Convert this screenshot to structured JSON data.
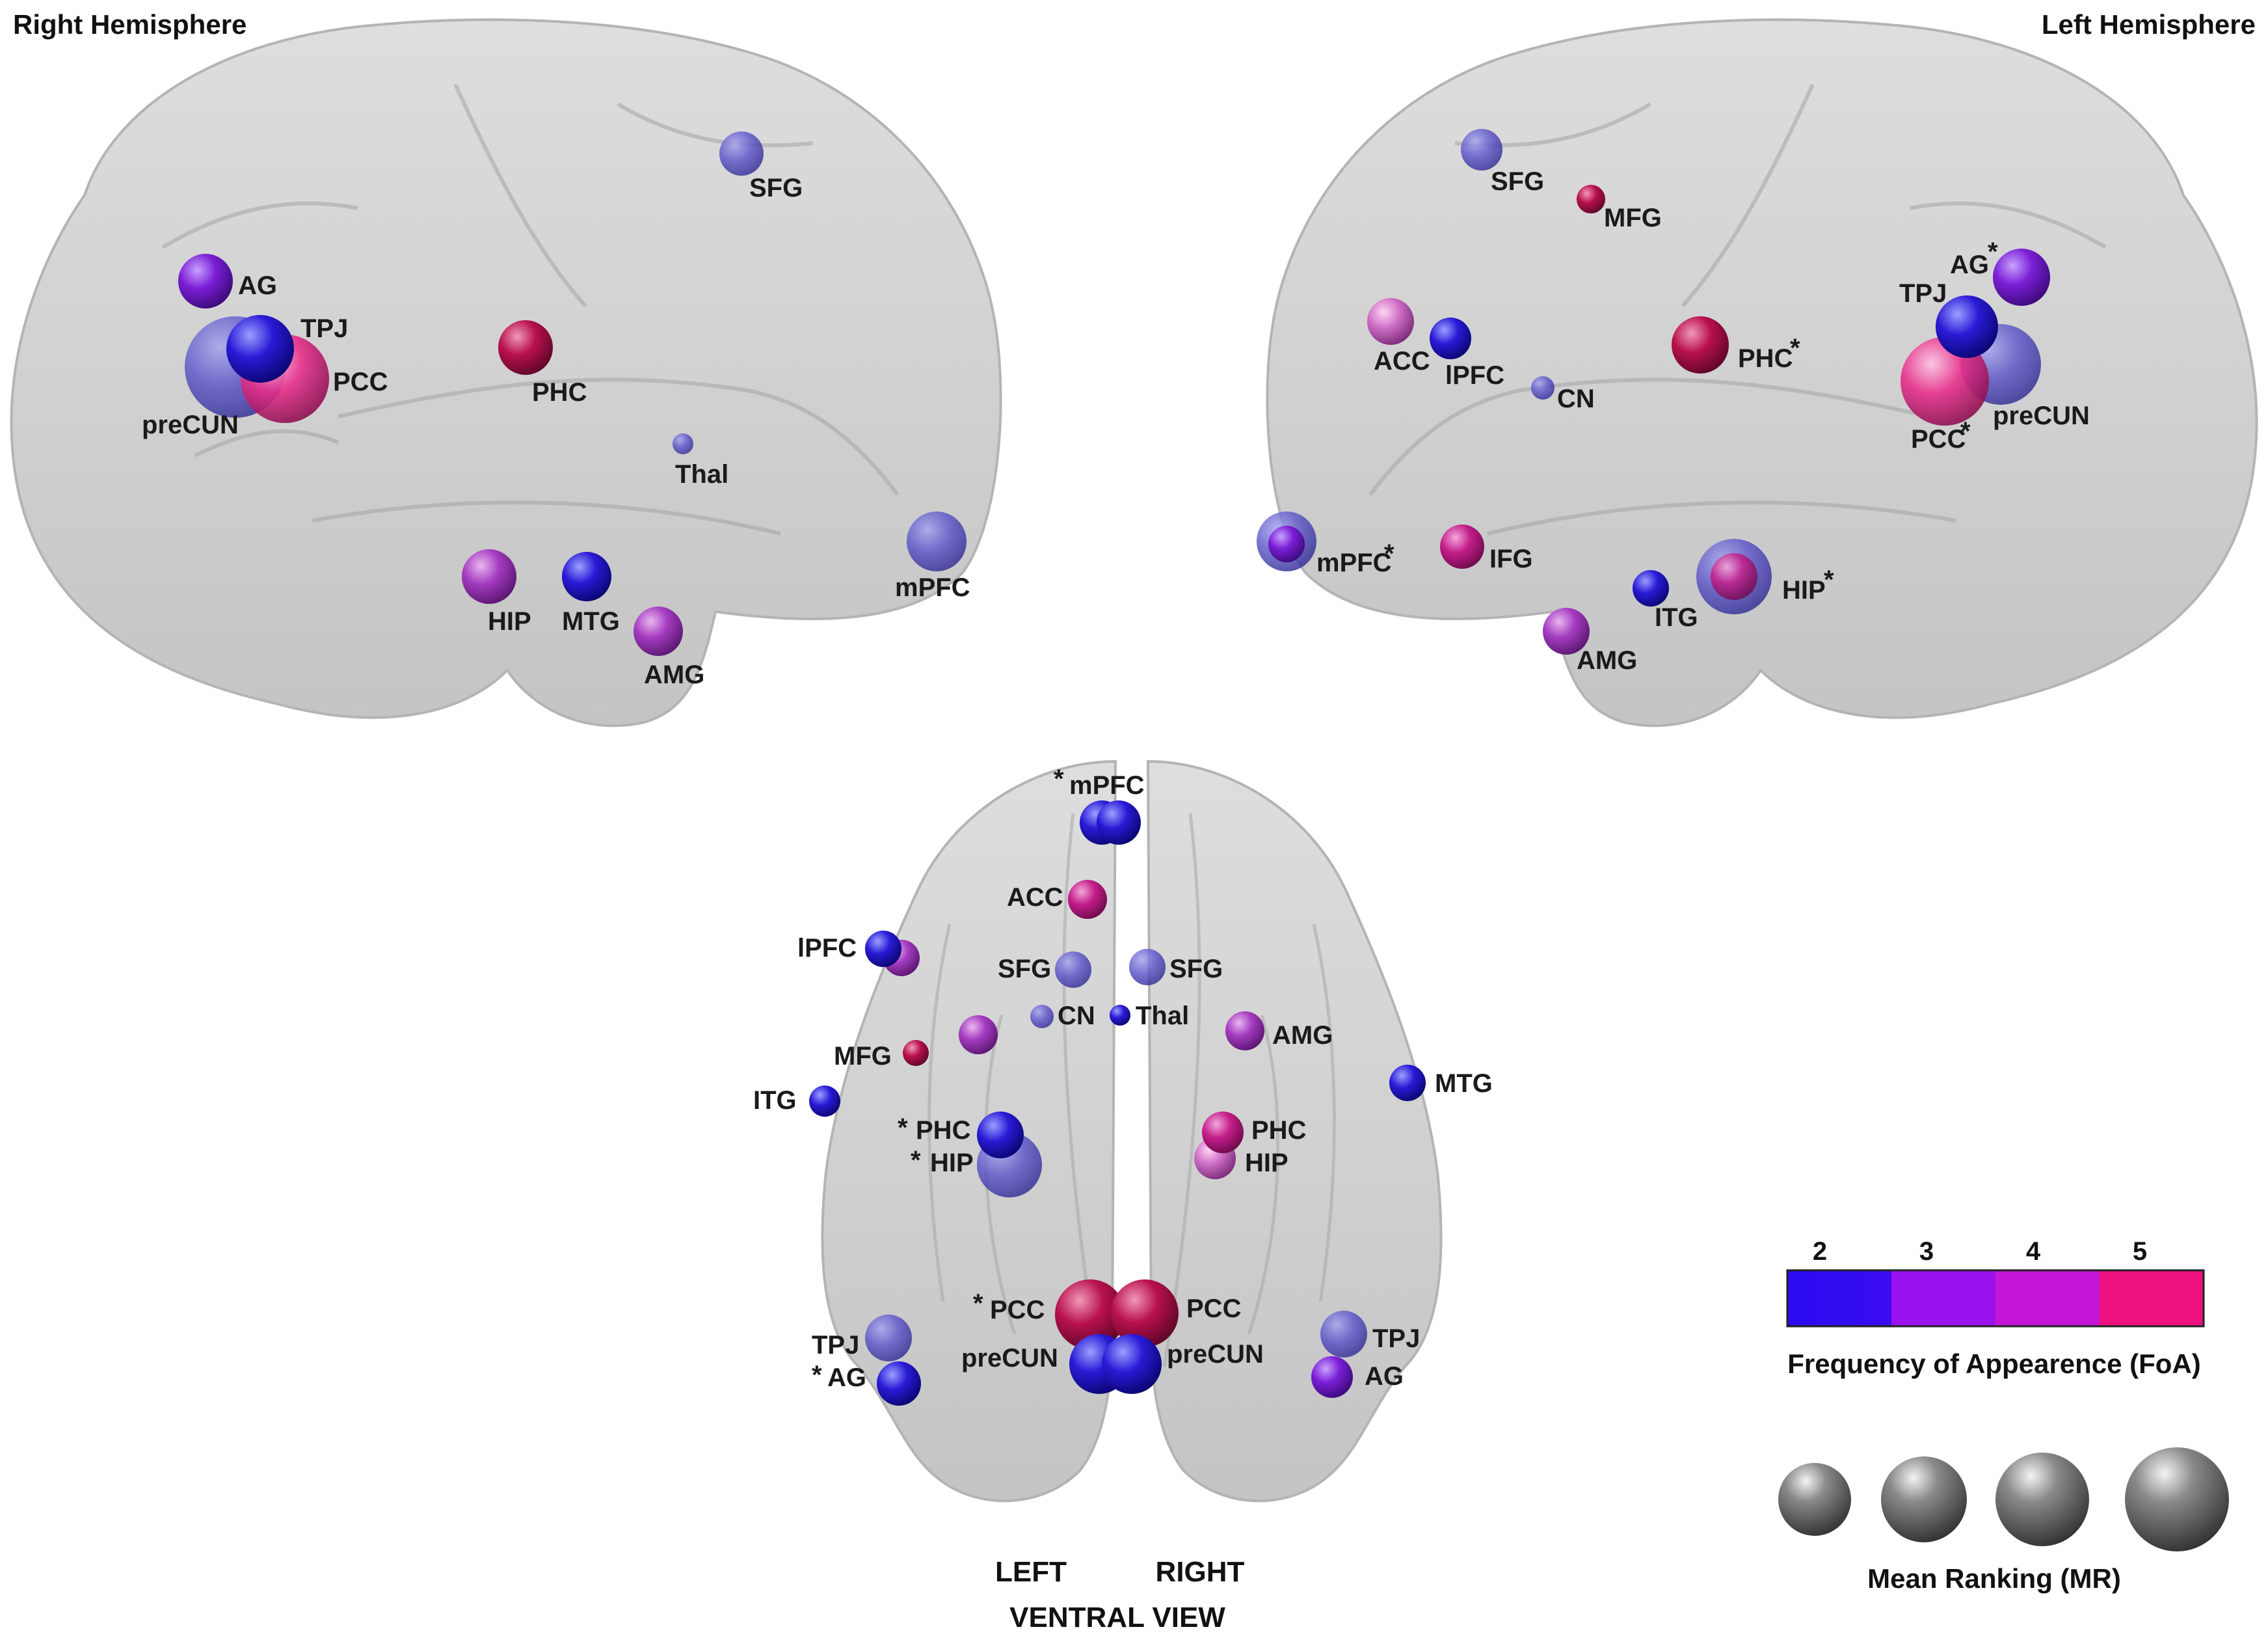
{
  "titles": {
    "right_hemisphere": "Right Hemisphere",
    "left_hemisphere": "Left Hemisphere",
    "ventral_view": "VENTRAL VIEW",
    "left": "LEFT",
    "right": "RIGHT"
  },
  "legend": {
    "foa_title": "Frequency of Appearence (FoA)",
    "foa_ticks": [
      "2",
      "3",
      "4",
      "5"
    ],
    "foa_colors": [
      "#2a0bf2",
      "#9a12ee",
      "#c416d8",
      "#ee117f"
    ],
    "mr_title": "Mean Ranking (MR)",
    "sphere_color": "#6b6b6b"
  },
  "regions": {
    "right": {
      "sfg": "SFG",
      "ag": "AG",
      "tpj": "TPJ",
      "pcc": "PCC",
      "precun": "preCUN",
      "phc": "PHC",
      "thal": "Thal",
      "hip": "HIP",
      "mtg": "MTG",
      "amg": "AMG",
      "mpfc": "mPFC"
    },
    "left": {
      "sfg": "SFG",
      "mfg": "MFG",
      "ag": "AG",
      "tpj": "TPJ",
      "acc": "ACC",
      "lpfc": "lPFC",
      "cn": "CN",
      "phc": "PHC",
      "pcc": "PCC",
      "precun": "preCUN",
      "mpfc": "mPFC",
      "ifg": "IFG",
      "itg": "ITG",
      "hip": "HIP",
      "amg": "AMG"
    },
    "ventral": {
      "mpfc": "mPFC",
      "acc": "ACC",
      "lpfc": "lPFC",
      "sfg_l": "SFG",
      "sfg_r": "SFG",
      "cn": "CN",
      "thal": "Thal",
      "amg": "AMG",
      "mfg": "MFG",
      "mtg": "MTG",
      "itg": "ITG",
      "phc_l": "PHC",
      "hip_l": "HIP",
      "phc_r": "PHC",
      "hip_r": "HIP",
      "pcc_l": "PCC",
      "pcc_r": "PCC",
      "precun_l": "preCUN",
      "precun_r": "preCUN",
      "tpj_l": "TPJ",
      "ag_l": "AG",
      "tpj_r": "TPJ",
      "ag_r": "AG"
    }
  },
  "asterisk": "*"
}
